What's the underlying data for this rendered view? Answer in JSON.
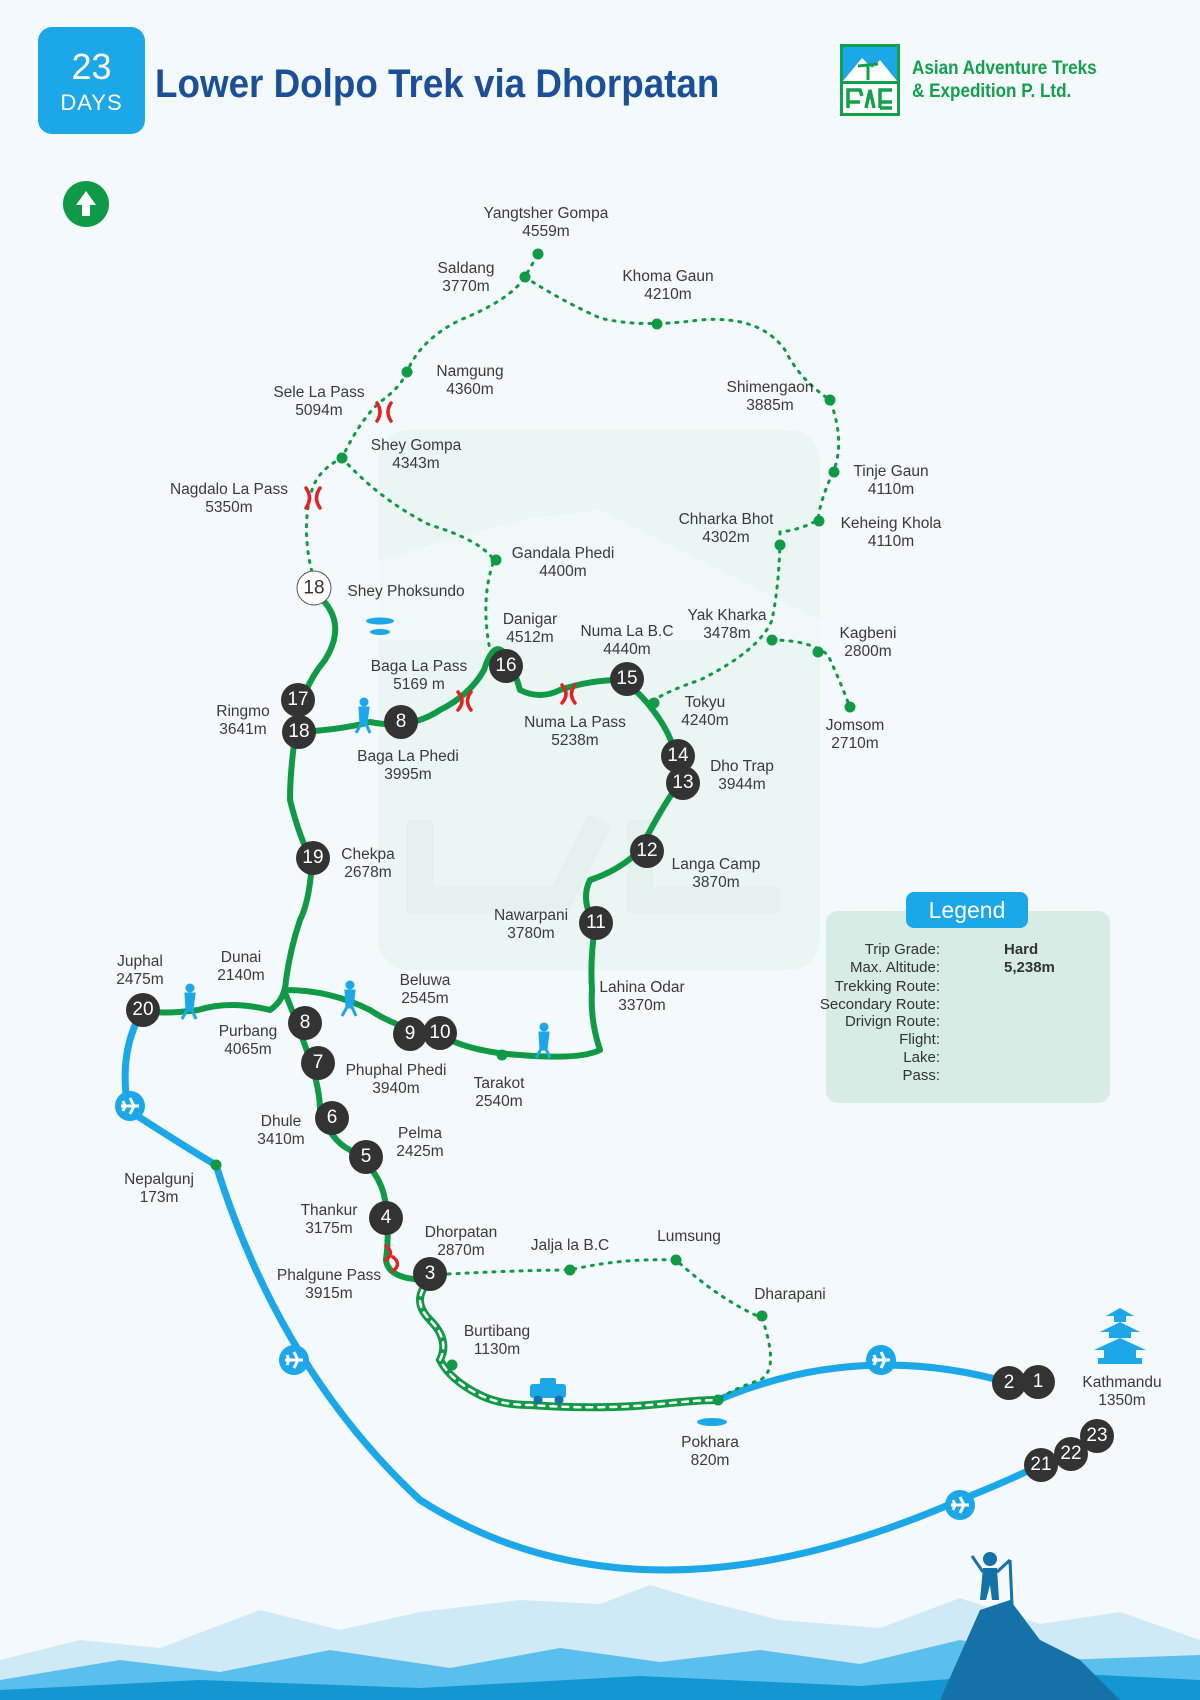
{
  "header": {
    "days_number": "23",
    "days_label": "DAYS",
    "title": "Lower Dolpo Trek via Dhorpatan",
    "company_line1": "Asian Adventure Treks",
    "company_line2": "& Expedition P. Ltd."
  },
  "places": {
    "yangtsher": {
      "name": "Yangtsher Gompa",
      "alt": "4559m"
    },
    "saldang": {
      "name": "Saldang",
      "alt": "3770m"
    },
    "khoma": {
      "name": "Khoma Gaun",
      "alt": "4210m"
    },
    "namgung": {
      "name": "Namgung",
      "alt": "4360m"
    },
    "sele": {
      "name": "Sele La Pass",
      "alt": "5094m"
    },
    "shimengaon": {
      "name": "Shimengaon",
      "alt": "3885m"
    },
    "shey_gompa": {
      "name": "Shey Gompa",
      "alt": "4343m"
    },
    "nagdalo": {
      "name": "Nagdalo La Pass",
      "alt": "5350m"
    },
    "tinje": {
      "name": "Tinje Gaun",
      "alt": "4110m"
    },
    "chharka": {
      "name": "Chharka Bhot",
      "alt": "4302m"
    },
    "keheing": {
      "name": "Keheing Khola",
      "alt": "4110m"
    },
    "gandala": {
      "name": "Gandala Phedi",
      "alt": "4400m"
    },
    "shey_phoksundo": {
      "name": "Shey Phoksundo"
    },
    "danigar": {
      "name": "Danigar",
      "alt": "4512m"
    },
    "numa_bc": {
      "name": "Numa La B.C",
      "alt": "4440m"
    },
    "yak_kharka": {
      "name": "Yak Kharka",
      "alt": "3478m"
    },
    "kagbeni": {
      "name": "Kagbeni",
      "alt": "2800m"
    },
    "baga_pass": {
      "name": "Baga La Pass",
      "alt": "5169 m"
    },
    "ringmo": {
      "name": "Ringmo",
      "alt": "3641m"
    },
    "numa_pass": {
      "name": "Numa La Pass",
      "alt": "5238m"
    },
    "tokyu": {
      "name": "Tokyu",
      "alt": "4240m"
    },
    "jomsom": {
      "name": "Jomsom",
      "alt": "2710m"
    },
    "baga_phedi": {
      "name": "Baga La Phedi",
      "alt": "3995m"
    },
    "dho_trap": {
      "name": "Dho Trap",
      "alt": "3944m"
    },
    "chekpa": {
      "name": "Chekpa",
      "alt": "2678m"
    },
    "langa": {
      "name": "Langa Camp",
      "alt": "3870m"
    },
    "nawarpani": {
      "name": "Nawarpani",
      "alt": "3780m"
    },
    "juphal": {
      "name": "Juphal",
      "alt": "2475m"
    },
    "dunai": {
      "name": "Dunai",
      "alt": "2140m"
    },
    "beluwa": {
      "name": "Beluwa",
      "alt": "2545m"
    },
    "lahina": {
      "name": "Lahina Odar",
      "alt": "3370m"
    },
    "purbang": {
      "name": "Purbang",
      "alt": "4065m"
    },
    "phuphal": {
      "name": "Phuphal Phedi",
      "alt": "3940m"
    },
    "tarakot": {
      "name": "Tarakot",
      "alt": "2540m"
    },
    "dhule": {
      "name": "Dhule",
      "alt": "3410m"
    },
    "pelma": {
      "name": "Pelma",
      "alt": "2425m"
    },
    "nepalgunj": {
      "name": "Nepalgunj",
      "alt": "173m"
    },
    "thankur": {
      "name": "Thankur",
      "alt": "3175m"
    },
    "dhorpatan": {
      "name": "Dhorpatan",
      "alt": "2870m"
    },
    "jalja": {
      "name": "Jalja la B.C"
    },
    "lumsung": {
      "name": "Lumsung"
    },
    "phalgune": {
      "name": "Phalgune Pass",
      "alt": "3915m"
    },
    "dharapani": {
      "name": "Dharapani"
    },
    "burtibang": {
      "name": "Burtibang",
      "alt": "1130m"
    },
    "kathmandu": {
      "name": "Kathmandu",
      "alt": "1350m"
    },
    "pokhara": {
      "name": "Pokhara",
      "alt": "820m"
    }
  },
  "days": {
    "d18a": "18",
    "d17": "17",
    "d18b": "18",
    "d8a": "8",
    "d16": "16",
    "d15": "15",
    "d14": "14",
    "d13": "13",
    "d12": "12",
    "d11": "11",
    "d19": "19",
    "d20": "20",
    "d8b": "8",
    "d9": "9",
    "d10": "10",
    "d7": "7",
    "d6": "6",
    "d5": "5",
    "d4": "4",
    "d3": "3",
    "d2": "2",
    "d1": "1",
    "d21": "21",
    "d22": "22",
    "d23": "23"
  },
  "legend": {
    "title": "Legend",
    "trip_grade_label": "Trip Grade:",
    "trip_grade_value": "Hard",
    "max_alt_label": "Max. Altitude:",
    "max_alt_value": "5,238m",
    "trekking_route": "Trekking Route:",
    "secondary_route": "Secondary Route:",
    "driving_route": "Drivign Route:",
    "flight": "Flight:",
    "lake": "Lake:",
    "pass": "Pass:"
  },
  "colors": {
    "trek": "#109a45",
    "flight": "#1ba7e8",
    "pass": "#e02424",
    "title": "#1b4f98",
    "brand_green": "#13a04a"
  },
  "icons": [
    "north-arrow-icon",
    "hiker-icon",
    "jeep-icon",
    "airplane-icon",
    "pagoda-icon",
    "lake-icon",
    "pass-icon",
    "summit-climber-icon",
    "company-logo-icon"
  ]
}
